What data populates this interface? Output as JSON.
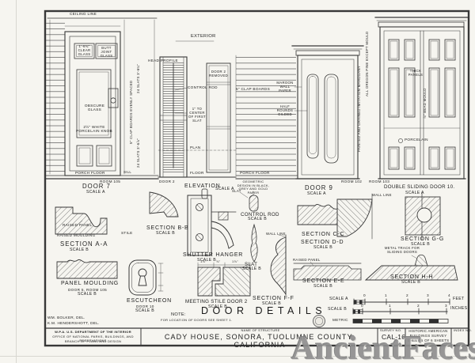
{
  "sheet": {
    "watermark": "AncientFaces"
  },
  "door7": {
    "ceiling_line": "CEILING LINE",
    "clear_glass": "1'-6¾\" CLEAR GLASS",
    "butt_joint": "BUTT JOINT GLASS",
    "obscure_glass": "OBSCURE GLASS",
    "knob": "2½\" WHITE PORCELAIN KNOB",
    "porch_floor": "PORCH FLOOR",
    "sill": "SILL",
    "room": "ROOM 105",
    "title": "DOOR 7",
    "scale": "SCALE A"
  },
  "door2": {
    "exterior": "EXTERIOR",
    "head_profile": "HEAD PROFILE",
    "clapboards_vert": "5\" CLAP BOARDS EVENLY SPACED",
    "slats_top": "24 SLATS 3'-6¼\"",
    "slats_bottom": "24 SLATS 3'-6⅞\"",
    "control_rod": "CONTROL ROD",
    "to_center": "1\" TO CENTER OF FIRST SLAT",
    "removed": "DOOR 2 REMOVED",
    "plan": "PLAN",
    "floor": "FLOOR",
    "label": "DOOR 2",
    "title": "ELEVATION",
    "scale": "SCALE A"
  },
  "door9": {
    "clapboards": "5\" CLAP BOARDS",
    "maroon": "MAROON WALL PAPER",
    "half_rounds": "HALF ROUNDS GILDED",
    "mahogany": "PAINTED AND GRAINED IMITATION MAHOGANY",
    "porch_floor": "PORCH FLOOR",
    "room": "ROOM 102",
    "title": "DOOR 9",
    "scale": "SCALE A"
  },
  "door10": {
    "material": "ALL OREGON PINE EXCEPT MOULD",
    "thick_panels": "THICK PANELS",
    "bead_mould": "⅞\" BEAD MOULD",
    "porcelain": "PORCELAIN",
    "room": "ROOM 103",
    "title": "DOUBLE SLIDING DOOR 10.",
    "scale": "SCALE A"
  },
  "details": {
    "section_aa": {
      "raised_panel": "RAISED PANEL",
      "raised_moulding": "RAISED MOULDING",
      "stile": "STILE",
      "title": "SECTION A-A",
      "scale": "SCALE B"
    },
    "section_bb": {
      "title": "SECTION B-B",
      "scale": "SCALE B"
    },
    "shutter_hanger": {
      "title": "SHUTTER HANGER",
      "scale": "SCALE B"
    },
    "control_rod": {
      "note": "GEOMETRIC DESIGN IN BLACK, GREY AND GOLD PAPER",
      "slat": "SLAT",
      "title": "CONTROL ROD",
      "scale": "SCALE B"
    },
    "slat": {
      "title": "SLAT",
      "scale": "SCALE B"
    },
    "panel_moulding": {
      "title": "PANEL MOULDING",
      "sub": "DOOR 5, ROOM 105",
      "scale": "SCALE B"
    },
    "escutcheon": {
      "title": "ESCUTCHEON",
      "sub": "DOOR 10",
      "scale": "SCALE B"
    },
    "meeting_stile": {
      "dims": [
        "1⅞\"",
        "⅞\"",
        "1⅞\""
      ],
      "title": "MEETING STILE DOOR 2",
      "scale": "SCALE B"
    },
    "section_cc": {
      "wall_line": "WALL LINE",
      "title": "SECTION C-C"
    },
    "section_dd": {
      "title": "SECTION D-D",
      "scale": "SCALE B"
    },
    "section_ff": {
      "wall_line": "WALL LINE",
      "title": "SECTION F-F",
      "scale": "SCALE B"
    },
    "section_gg": {
      "title": "SECTION G-G",
      "scale": "SCALE B"
    },
    "section_ee": {
      "raised_panel": "RAISED PANEL",
      "title": "SECTION E-E",
      "scale": "SCALE B"
    },
    "section_hh": {
      "track": "METAL TRACK FOR SLIDING DOORS",
      "title": "SECTION H-H",
      "scale": "SCALE B"
    }
  },
  "note": {
    "label": "NOTE:",
    "text": "FOR LOCATION OF DOORS SEE SHEET 1."
  },
  "main_title": "DOOR DETAILS",
  "scales": {
    "a_label": "SCALE A",
    "a_ticks": [
      "0",
      "1",
      "2",
      "3",
      "4"
    ],
    "a_unit": "FEET",
    "b_label": "SCALE B",
    "b_ticks": [
      "0",
      "1",
      "2",
      "3"
    ],
    "b_unit": "INCHES",
    "metric_label": "METRIC"
  },
  "titleblock": {
    "delineator1": "WM. BOLKER, DEL.",
    "delineator2": "K.M. HENDERSHOTT, DEL.",
    "agency_line1": "W.P.A.   U.S. DEPARTMENT OF THE INTERIOR",
    "agency_line2": "OFFICE OF NATIONAL PARKS, BUILDINGS, AND RESERVATIONS",
    "agency_line3": "BRANCH OF PLANS AND DESIGN",
    "name_label": "NAME OF STRUCTURE",
    "name": "CADY HOUSE, SONORA, TUOLUMNE COUNTY, CALIFORNIA",
    "survey_label": "SURVEY NO.",
    "survey_no": "CAL-16",
    "habs_line1": "HISTORIC AMERICAN",
    "habs_line2": "BUILDINGS SURVEY",
    "sheet_line": "SHEET 5 OF 6 SHEETS",
    "index_label": "INDEX NO."
  }
}
